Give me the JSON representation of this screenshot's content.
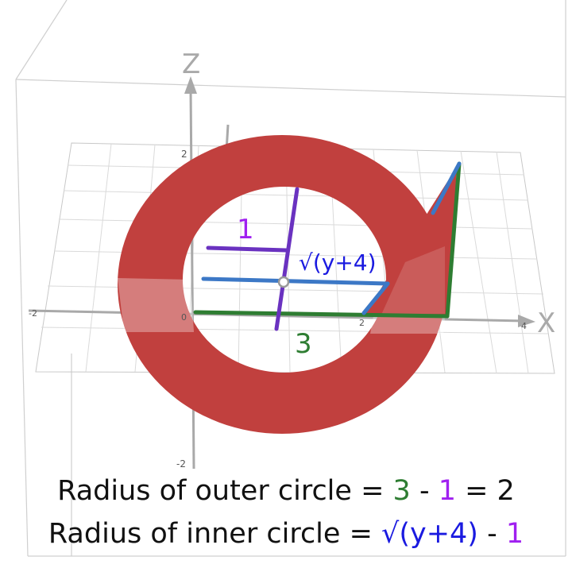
{
  "axes": {
    "z_label": "Z",
    "x_label": "X",
    "ticks": {
      "z_pos": "2",
      "z_neg": "-2",
      "x_neg": "-2",
      "origin": "0",
      "x_2": "2",
      "x_4": "4"
    }
  },
  "labels": {
    "inner_offset": "1",
    "inner_radius_expr": "√(y+4)",
    "outer_offset": "3"
  },
  "captions": {
    "outer": {
      "prefix": "Radius of outer circle = ",
      "a": "3",
      "op1": " - ",
      "b": "1",
      "rest": " = 2"
    },
    "inner": {
      "prefix": "Radius of inner circle = ",
      "a": "√(y+4)",
      "op1": " - ",
      "b": "1"
    }
  },
  "colors": {
    "washer": "#c1403e",
    "green": "#2e7d32",
    "blue": "#3c78c6",
    "purple": "#6a32c0",
    "axis": "#a9a9a9",
    "grid": "#d8d8d8",
    "text": "#111111"
  }
}
